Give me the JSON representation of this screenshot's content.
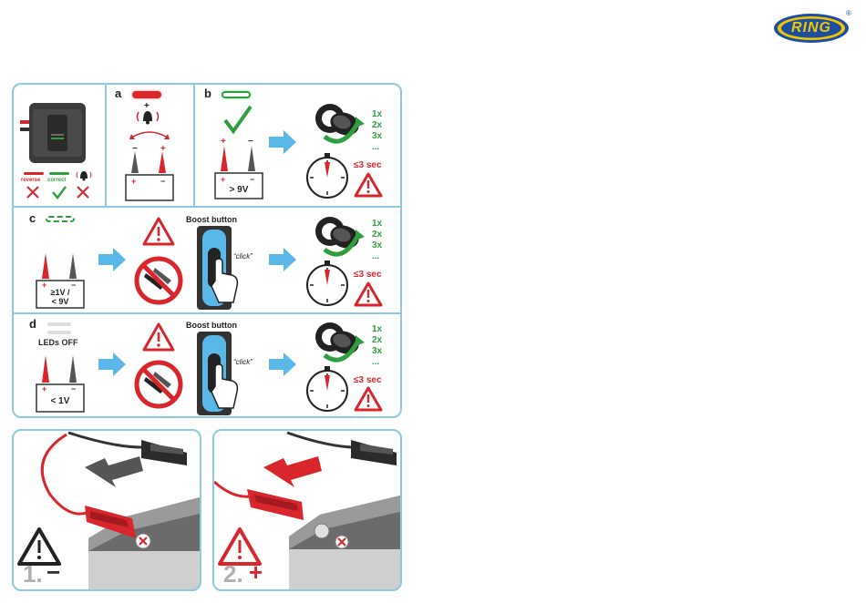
{
  "brand": {
    "logo_text": "RING",
    "registered": "®"
  },
  "panel_top": {
    "section_a": {
      "letter": "a"
    },
    "section_b": {
      "letter": "b",
      "battery_label": "> 9V"
    },
    "legend": {
      "reverse": "reverse",
      "correct": "correct"
    },
    "count_lines": [
      "1x",
      "2x",
      "3x",
      "..."
    ],
    "time_label": "≤3 sec"
  },
  "panel_c": {
    "letter": "c",
    "battery_label_line1": "≥1V /",
    "battery_label_line2": "< 9V",
    "boost_title": "Boost button",
    "click_text": "“click”",
    "count_lines": [
      "1x",
      "2x",
      "3x",
      "..."
    ],
    "time_label": "≤3 sec"
  },
  "panel_d": {
    "letter": "d",
    "leds_off": "LEDs OFF",
    "battery_label": "< 1V",
    "boost_title": "Boost button",
    "click_text": "“click”",
    "count_lines": [
      "1x",
      "2x",
      "3x",
      "..."
    ],
    "time_label": "≤3 sec"
  },
  "step1": {
    "number": "1.",
    "sign": "−"
  },
  "step2": {
    "number": "2.",
    "sign": "+"
  },
  "colors": {
    "frame": "#8ec9e6",
    "red": "#d8262c",
    "green": "#2e9e3f",
    "arrow_blue": "#5ab8e8",
    "logo_yellow": "#f5c400",
    "logo_blue": "#1d4fa0"
  }
}
